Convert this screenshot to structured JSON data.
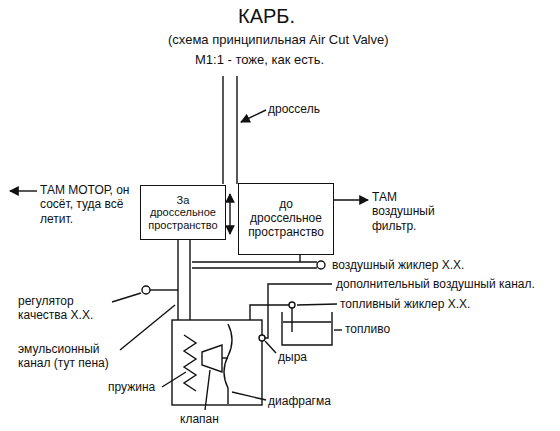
{
  "diagram": {
    "title": "КАРБ.",
    "nodes": [
      {
        "text": [
          "За дроссельное пространство"
        ]
      },
      {
        "text": [
          "до дроссельное пространство"
        ]
      }
    ],
    "labels": [
      "(схема принципильная Air Cut Valve)",
      "М1:1 - тоже, как есть.",
      "дроссель",
      "ТАМ МОТОР, он сосёт, туда всё летит.",
      "ТАМ воздушный фильтр.",
      "воздушный жиклер Х.Х.",
      "дополнительный воздушный канал.",
      "топливный жиклер Х.Х.",
      "топливо",
      "регулятор качества Х.Х.",
      "эмульсионный канал (тут пена)",
      "пружина",
      "дыра",
      "диафрагма",
      "клапан"
    ]
  }
}
